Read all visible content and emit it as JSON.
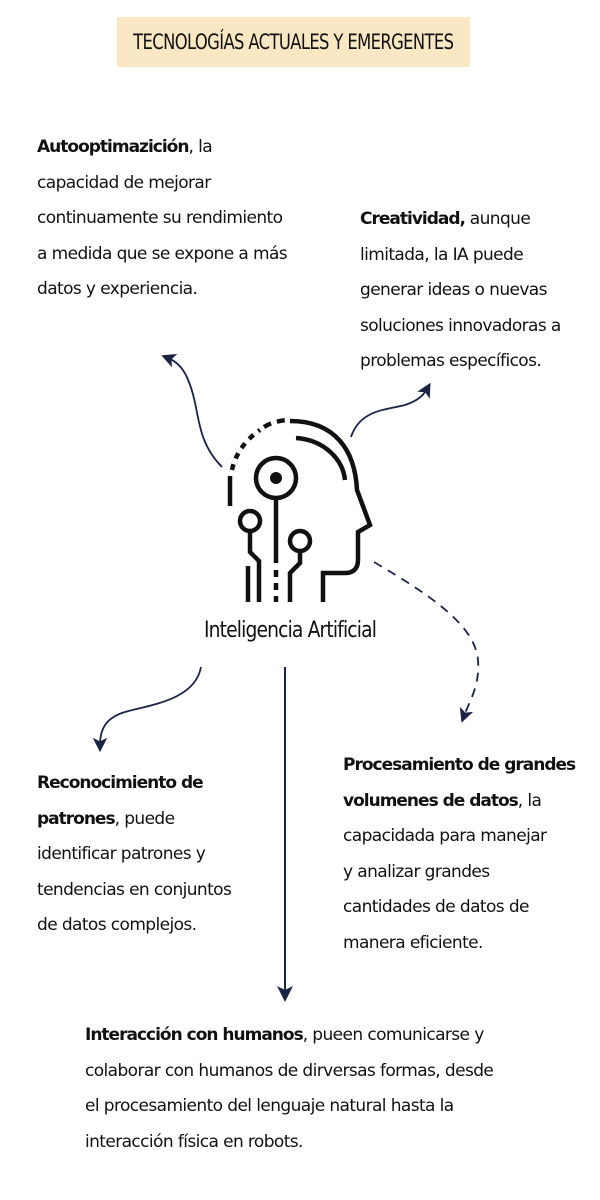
{
  "header": {
    "title": "TECNOLOGÍAS ACTUALES Y EMERGENTES",
    "background": "#fae8c4"
  },
  "center": {
    "label": "Inteligencia Artificial",
    "icon": "ai-head-circuit-icon"
  },
  "colors": {
    "arrow": "#1a2344",
    "text": "#111111"
  },
  "nodes": {
    "autooptimizacion": {
      "term": "Autooptimazición",
      "lines": [
        ", la",
        "capacidad de mejorar",
        "continuamente su rendimiento",
        "a medida que se expone a más",
        "datos y experiencia."
      ]
    },
    "creatividad": {
      "term": "Creatividad,",
      "lines": [
        " aunque",
        "limitada, la IA puede",
        "generar ideas o nuevas",
        "soluciones innovadoras a",
        "problemas específicos."
      ]
    },
    "reconocimiento": {
      "term_line1": "Reconocimiento de",
      "term_line2": "patrones",
      "lines": [
        ", puede",
        "identificar patrones y",
        "tendencias en conjuntos",
        "de datos complejos."
      ]
    },
    "procesamiento": {
      "term_line1": "Procesamiento de grandes",
      "term_line2": "volumenes de datos",
      "lines": [
        ", la",
        "capacidada para manejar",
        "y analizar grandes",
        "cantidades de datos de",
        "manera eficiente."
      ]
    },
    "interaccion": {
      "term": "Interacción con humanos",
      "lines": [
        ", pueen comunicarse y",
        "colaborar con humanos de dirversas formas, desde",
        "el procesamiento del lenguaje natural hasta la",
        "interacción física en robots."
      ]
    }
  }
}
